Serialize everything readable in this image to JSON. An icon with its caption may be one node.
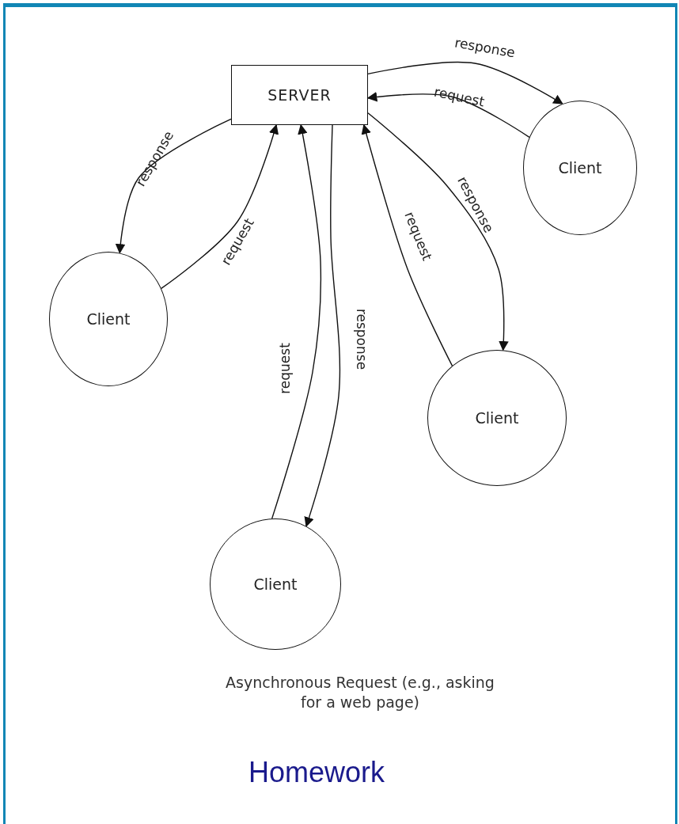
{
  "diagram": {
    "caption": "Asynchronous Request (e.g., asking for a web page)",
    "nodes": [
      {
        "text": [
          "SERVER"
        ]
      },
      {
        "text": [
          "Client"
        ]
      },
      {
        "text": [
          "Client"
        ]
      },
      {
        "text": [
          "Client"
        ]
      },
      {
        "text": [
          "Client"
        ]
      }
    ],
    "edges": [
      {
        "from": 0,
        "to": 1,
        "arrow": "to",
        "label": "response"
      },
      {
        "from": 1,
        "to": 0,
        "arrow": "to",
        "label": "request"
      },
      {
        "from": 0,
        "to": 2,
        "arrow": "to",
        "label": "response"
      },
      {
        "from": 2,
        "to": 0,
        "arrow": "to",
        "label": "request"
      },
      {
        "from": 4,
        "to": 0,
        "arrow": "to",
        "label": "request"
      },
      {
        "from": 0,
        "to": 4,
        "arrow": "to",
        "label": "response"
      },
      {
        "from": 0,
        "to": 3,
        "arrow": "to",
        "label": "response"
      },
      {
        "from": 3,
        "to": 0,
        "arrow": "to",
        "label": "request"
      }
    ],
    "labels": [
      "Homework"
    ]
  }
}
